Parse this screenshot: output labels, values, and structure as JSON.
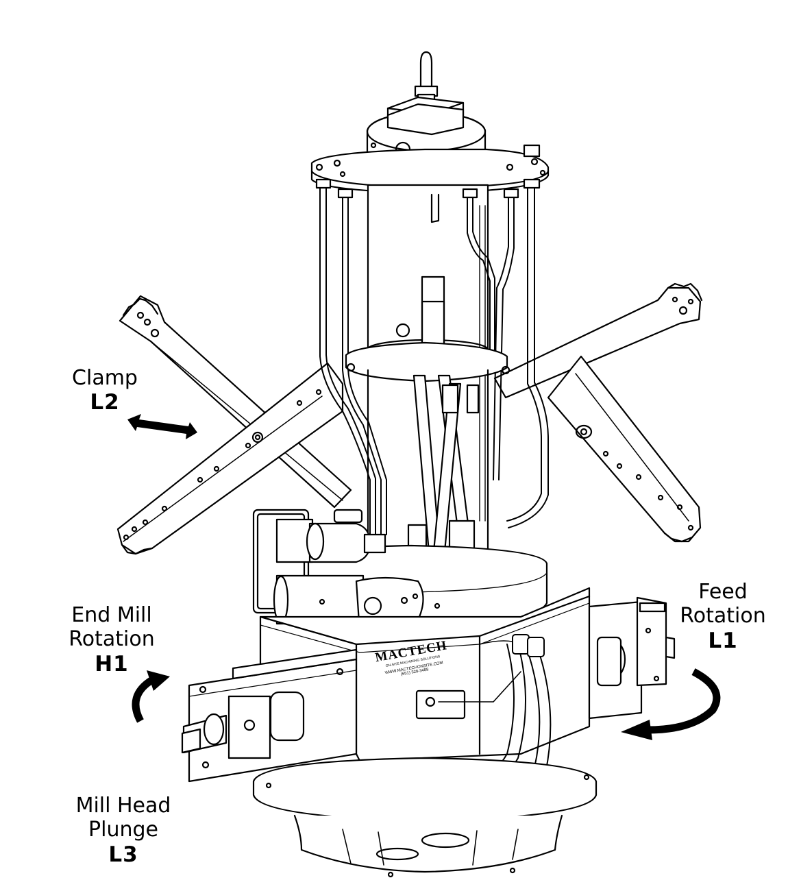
{
  "labels": {
    "clamp": {
      "line1": "Clamp",
      "code": "L2"
    },
    "feed": {
      "line1": "Feed",
      "line2": "Rotation",
      "code": "L1"
    },
    "end_mill": {
      "line1": "End Mill",
      "line2": "Rotation",
      "code": "H1"
    },
    "mill_head": {
      "line1": "Mill Head",
      "line2": "Plunge",
      "code": "L3"
    }
  },
  "badge": {
    "brand": "MACTECH",
    "tagline": "ON-SITE MACHINING SOLUTIONS",
    "website": "WWW.MACTECHONSITE.COM",
    "phone": "(651) 328-3488"
  },
  "colors": {
    "ink": "#000000",
    "paper": "#ffffff",
    "shade": "#e6e6e6"
  },
  "icons": [
    "double-arrow-icon",
    "curved-arrow-icon"
  ]
}
